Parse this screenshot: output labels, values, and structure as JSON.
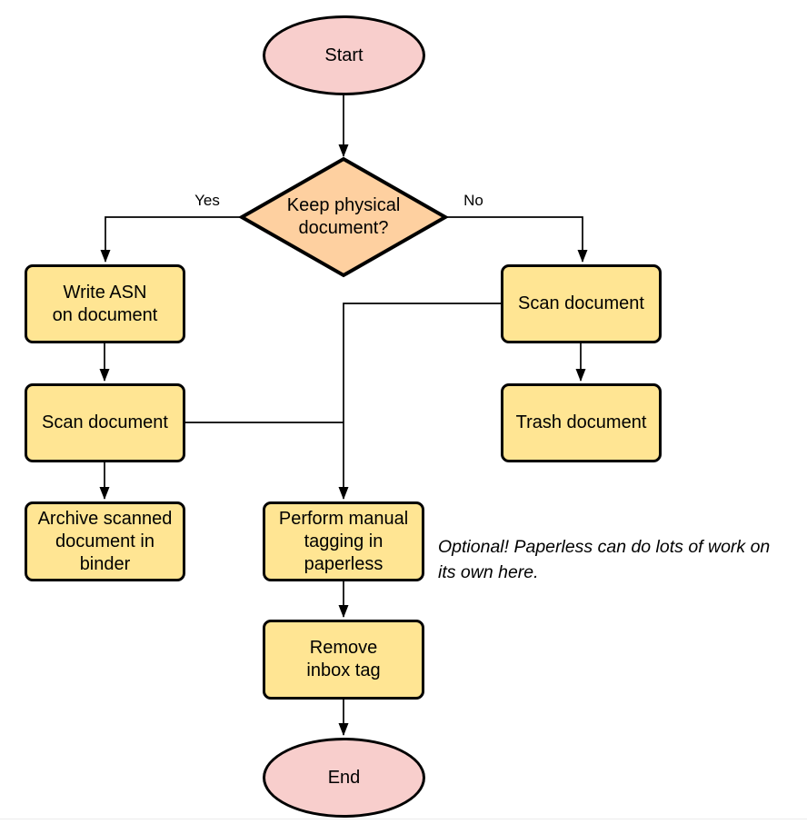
{
  "diagram": {
    "colors": {
      "terminator_fill": "#f8cecc",
      "process_fill": "#ffe593",
      "decision_fill": "#fed0a0",
      "stroke": "#000000"
    },
    "nodes": {
      "start": {
        "type": "terminator",
        "label": "Start"
      },
      "decision": {
        "type": "decision",
        "label": "Keep physical\ndocument?"
      },
      "write_asn": {
        "type": "process",
        "label": "Write ASN\non document"
      },
      "scan_left": {
        "type": "process",
        "label": "Scan document"
      },
      "archive": {
        "type": "process",
        "label": "Archive scanned\ndocument in\nbinder"
      },
      "scan_right": {
        "type": "process",
        "label": "Scan document"
      },
      "trash": {
        "type": "process",
        "label": "Trash document"
      },
      "tagging": {
        "type": "process",
        "label": "Perform manual\ntagging in\npaperless"
      },
      "remove_tag": {
        "type": "process",
        "label": "Remove\ninbox tag"
      },
      "end": {
        "type": "terminator",
        "label": "End"
      }
    },
    "edge_labels": {
      "yes": "Yes",
      "no": "No"
    },
    "annotation": "Optional! Paperless can do lots of work on\nits own here."
  }
}
